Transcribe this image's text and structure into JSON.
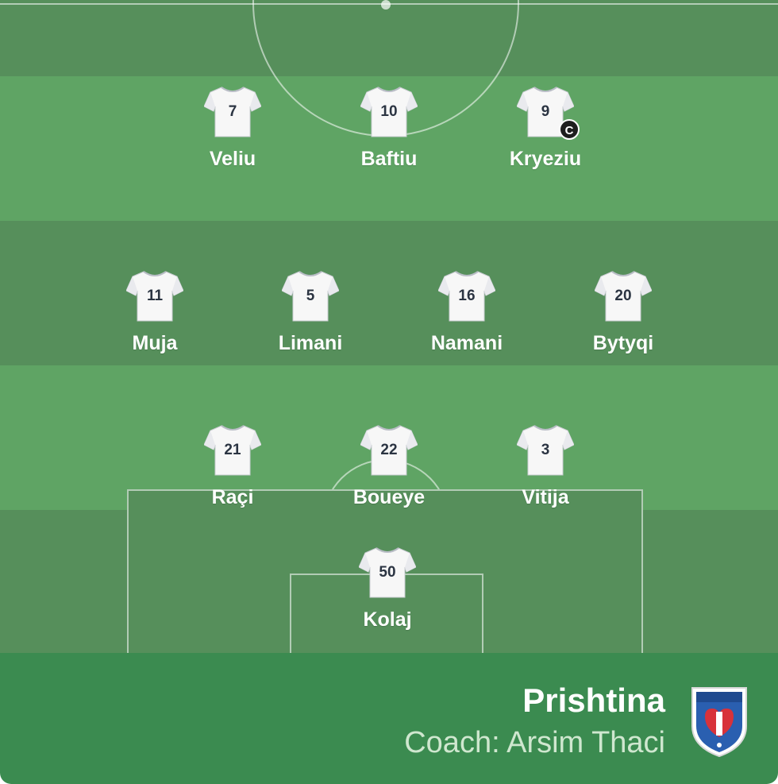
{
  "team": {
    "name": "Prishtina",
    "coach_label": "Coach: Arsim Thaci",
    "badge_icon": "club-crest-icon"
  },
  "colors": {
    "pitch_dark": "#568f5b",
    "pitch_light": "#5fa464",
    "footer": "#3b8b50",
    "shirt": "#f7f7f7",
    "shirt_number": "#2b3442",
    "captain_badge": "#1e1e1e"
  },
  "captain_mark": "C",
  "lineup": {
    "forwards": [
      {
        "number": "7",
        "name": "Veliu",
        "captain": false
      },
      {
        "number": "10",
        "name": "Baftiu",
        "captain": false
      },
      {
        "number": "9",
        "name": "Kryeziu",
        "captain": true
      }
    ],
    "midfielders": [
      {
        "number": "11",
        "name": "Muja",
        "captain": false
      },
      {
        "number": "5",
        "name": "Limani",
        "captain": false
      },
      {
        "number": "16",
        "name": "Namani",
        "captain": false
      },
      {
        "number": "20",
        "name": "Bytyqi",
        "captain": false
      }
    ],
    "defenders": [
      {
        "number": "21",
        "name": "Raçi",
        "captain": false
      },
      {
        "number": "22",
        "name": "Boueye",
        "captain": false
      },
      {
        "number": "3",
        "name": "Vitija",
        "captain": false
      }
    ],
    "goalkeeper": [
      {
        "number": "50",
        "name": "Kolaj",
        "captain": false
      }
    ]
  }
}
